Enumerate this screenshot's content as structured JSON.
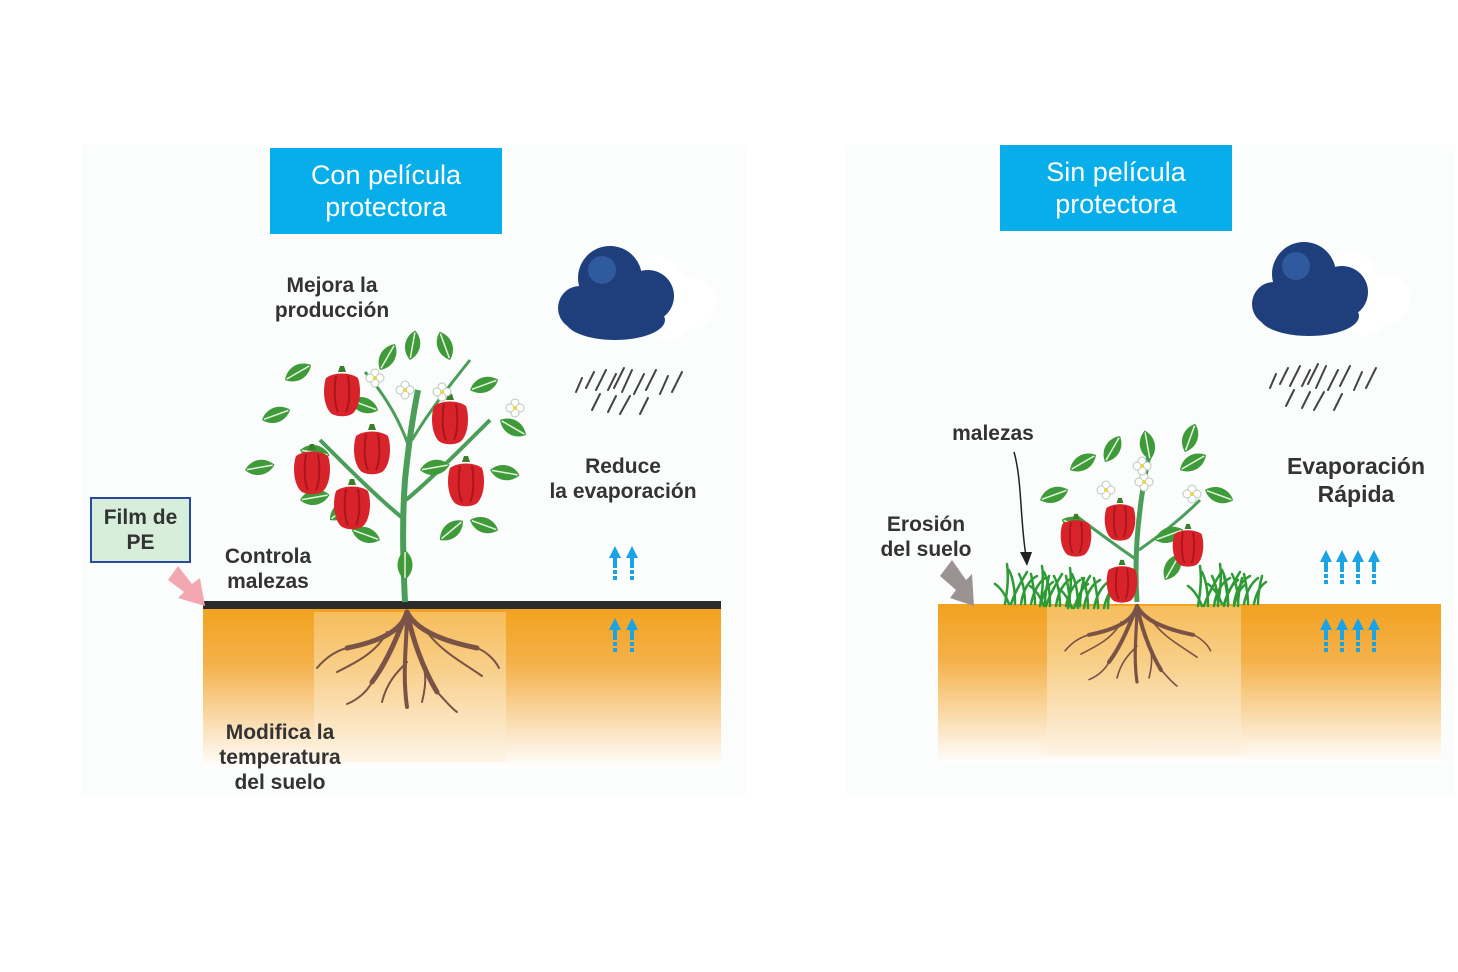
{
  "left_panel": {
    "title": "Con película\nprotectora",
    "labels": {
      "production": "Mejora la\nproducción",
      "evaporation": "Reduce\nla evaporación",
      "weeds": "Controla\nmalezas",
      "temperature": "Modifica la\ntemperatura\ndel suelo",
      "film": "Film de\nPE"
    }
  },
  "right_panel": {
    "title": "Sin película\nprotectora",
    "labels": {
      "weeds": "malezas",
      "erosion": "Erosión\ndel suelo",
      "evaporation": "Evaporación\nRápida"
    }
  },
  "colors": {
    "title_bg": "#07aee9",
    "soil": "#f2a21f",
    "film": "#2b2b2b",
    "cloud": "#1f3f7c",
    "pepper": "#d9232b",
    "leaf": "#3f9b3a",
    "arrow": "#1aa4e6"
  }
}
